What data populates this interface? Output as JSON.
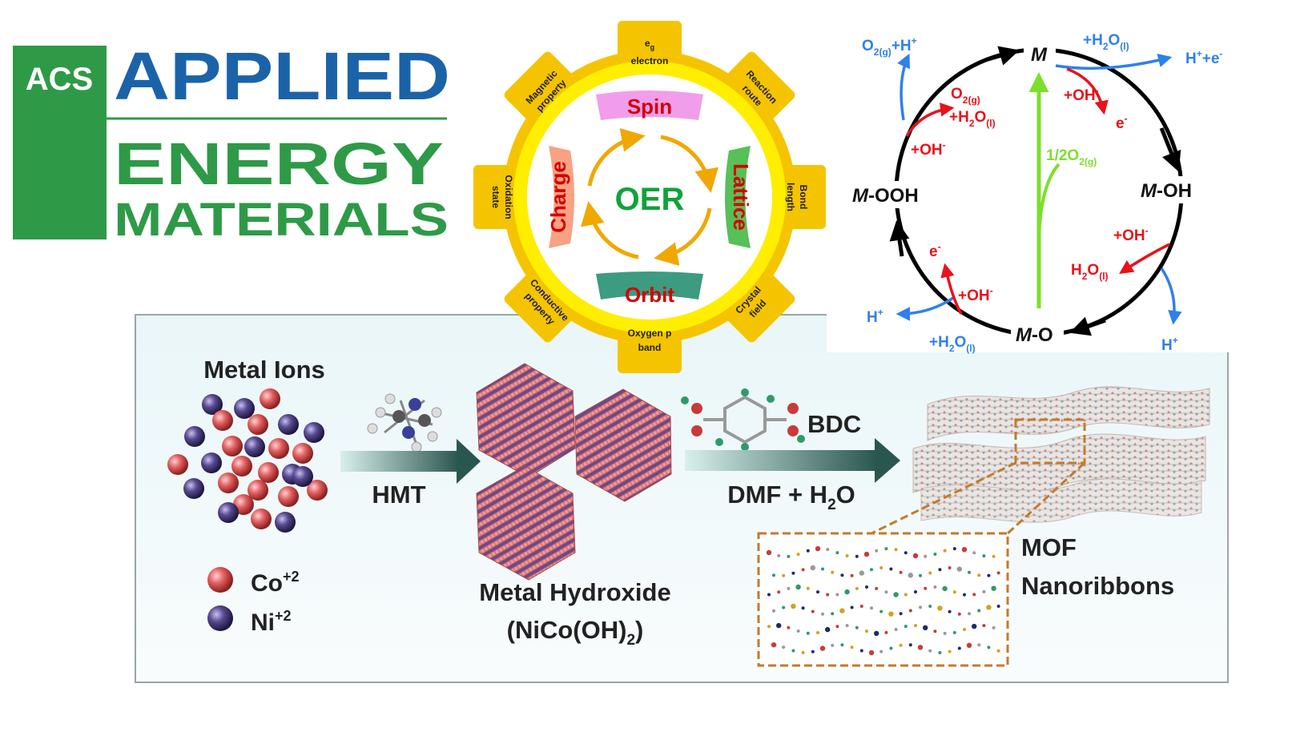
{
  "logo": {
    "acs": "ACS",
    "line1": "APPLIED",
    "line2": "ENERGY",
    "line3": "MATERIALS",
    "colors": {
      "green": "#2e9a47",
      "blue": "#1b63a9"
    }
  },
  "gear": {
    "center": "OER",
    "spin": "Spin",
    "charge": "Charge",
    "lattice": "Lattice",
    "orbit": "Orbit",
    "teeth": {
      "eg_e": "e",
      "eg_sub": "g",
      "eg_electron": "electron",
      "reaction_1": "Reaction",
      "reaction_2": "route",
      "bond_1": "Bond",
      "bond_2": "length",
      "crystal_1": "Crystal",
      "crystal_2": "field",
      "oxygen_1": "Oxygen p",
      "oxygen_2": "band",
      "conductive_1": "Conductive",
      "conductive_2": "property",
      "oxidation_1": "Oxidation",
      "oxidation_2": "state",
      "magnetic_1": "Magnetic",
      "magnetic_2": "property"
    },
    "colors": {
      "gear": "#f5c400",
      "ring": "#ffee00",
      "red": "#d40000",
      "green": "#0fa33a"
    }
  },
  "cycle": {
    "M": "M",
    "MOH_m": "M",
    "MOH_rest": "-OH",
    "MO_m": "M",
    "MO_rest": "-O",
    "MOOH_m": "M",
    "MOOH_rest": "-OOH",
    "o2g_top_O": "O",
    "o2g_top_sub": "2(g)",
    "o2g_top_rest": "+H",
    "o2g_top_sup": "+",
    "h2o_top": "+H",
    "h2o_top_2": "2",
    "h2o_top_O": "O",
    "h2o_top_sub": "(l)",
    "hplus_e": "H",
    "hplus_e_sup": "+",
    "hplus_e_rest": "+e",
    "hplus_e_sup2": "-",
    "o2g_red_O": "O",
    "o2g_red_sub": "2(g)",
    "h2o_red_pre": "+H",
    "h2o_red_2": "2",
    "h2o_red_O": "O",
    "h2o_red_sub": "(l)",
    "oh1": "+OH",
    "oh1_sup": "-",
    "oh2": "+OH",
    "oh2_sup": "-",
    "e1": "e",
    "e1_sup": "-",
    "half_o2": "1/2O",
    "half_o2_sub": "2(g)",
    "oh3": "+OH",
    "oh3_sup": "-",
    "h2o_right": "H",
    "h2o_right_2": "2",
    "h2o_right_O": "O",
    "h2o_right_sub": "(l)",
    "e2": "e",
    "e2_sup": "-",
    "oh4": "+OH",
    "oh4_sup": "-",
    "h_left": "H",
    "h_left_sup": "+",
    "h2o_bottom_pre": "+H",
    "h2o_bottom_2": "2",
    "h2o_bottom_O": "O",
    "h2o_bottom_sub": "(l)",
    "h_right": "H",
    "h_right_sup": "+",
    "colors": {
      "blue": "#2f80ed",
      "red": "#e8121b",
      "green": "#7ddf2a"
    }
  },
  "synthesis": {
    "metal_ions": "Metal Ions",
    "hmt": "HMT",
    "bdc": "BDC",
    "dmf": "DMF + H",
    "dmf_sub": "2",
    "dmf_end": "O",
    "hydroxide": "Metal Hydroxide",
    "formula_pre": "(NiCo(OH)",
    "formula_sub": "2",
    "formula_end": ")",
    "co": "Co",
    "co_sup": "+2",
    "ni": "Ni",
    "ni_sup": "+2",
    "mof_1": "MOF",
    "mof_2": "Nanoribbons",
    "colors": {
      "co": "#e05a5a",
      "ni": "#4a3a78",
      "arrow": "#2f5c55",
      "border": "#c47a2c"
    }
  }
}
